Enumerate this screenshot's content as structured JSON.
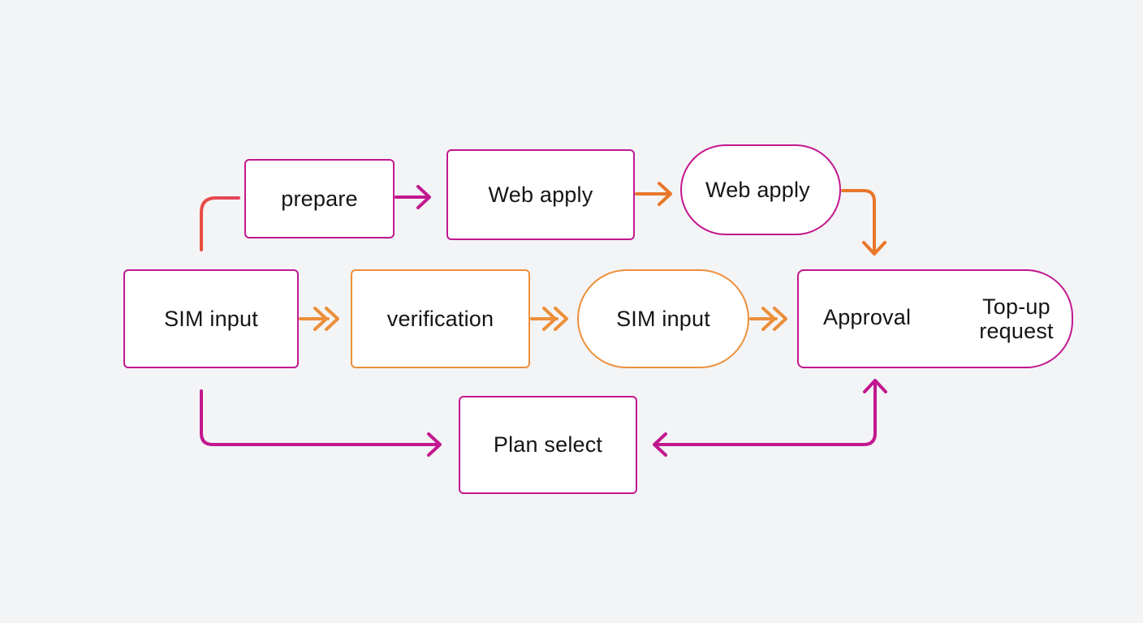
{
  "nodes": {
    "prepare": {
      "label": "prepare"
    },
    "web_apply_1": {
      "label": "Web apply"
    },
    "web_apply_2": {
      "label": "Web apply"
    },
    "sim_input_1": {
      "label": "SIM input"
    },
    "verification": {
      "label": "verification"
    },
    "sim_input_2": {
      "label": "SIM input"
    },
    "approval": {
      "label": "Approval",
      "sub_label": "Top-up request"
    },
    "plan_select": {
      "label": "Plan select"
    }
  },
  "edges": [
    {
      "from": "sim_input_1",
      "to": "prepare"
    },
    {
      "from": "prepare",
      "to": "web_apply_1"
    },
    {
      "from": "web_apply_1",
      "to": "web_apply_2"
    },
    {
      "from": "web_apply_2",
      "to": "approval"
    },
    {
      "from": "sim_input_1",
      "to": "verification"
    },
    {
      "from": "verification",
      "to": "sim_input_2"
    },
    {
      "from": "sim_input_2",
      "to": "approval"
    },
    {
      "from": "sim_input_1",
      "to": "plan_select"
    },
    {
      "from": "approval",
      "to": "plan_select"
    }
  ],
  "colors": {
    "magenta": "#c2188f",
    "orange": "#ec8f3a",
    "orange_dark": "#e8772a",
    "red_orange": "#e8503a",
    "background": "#f3f4f6"
  }
}
